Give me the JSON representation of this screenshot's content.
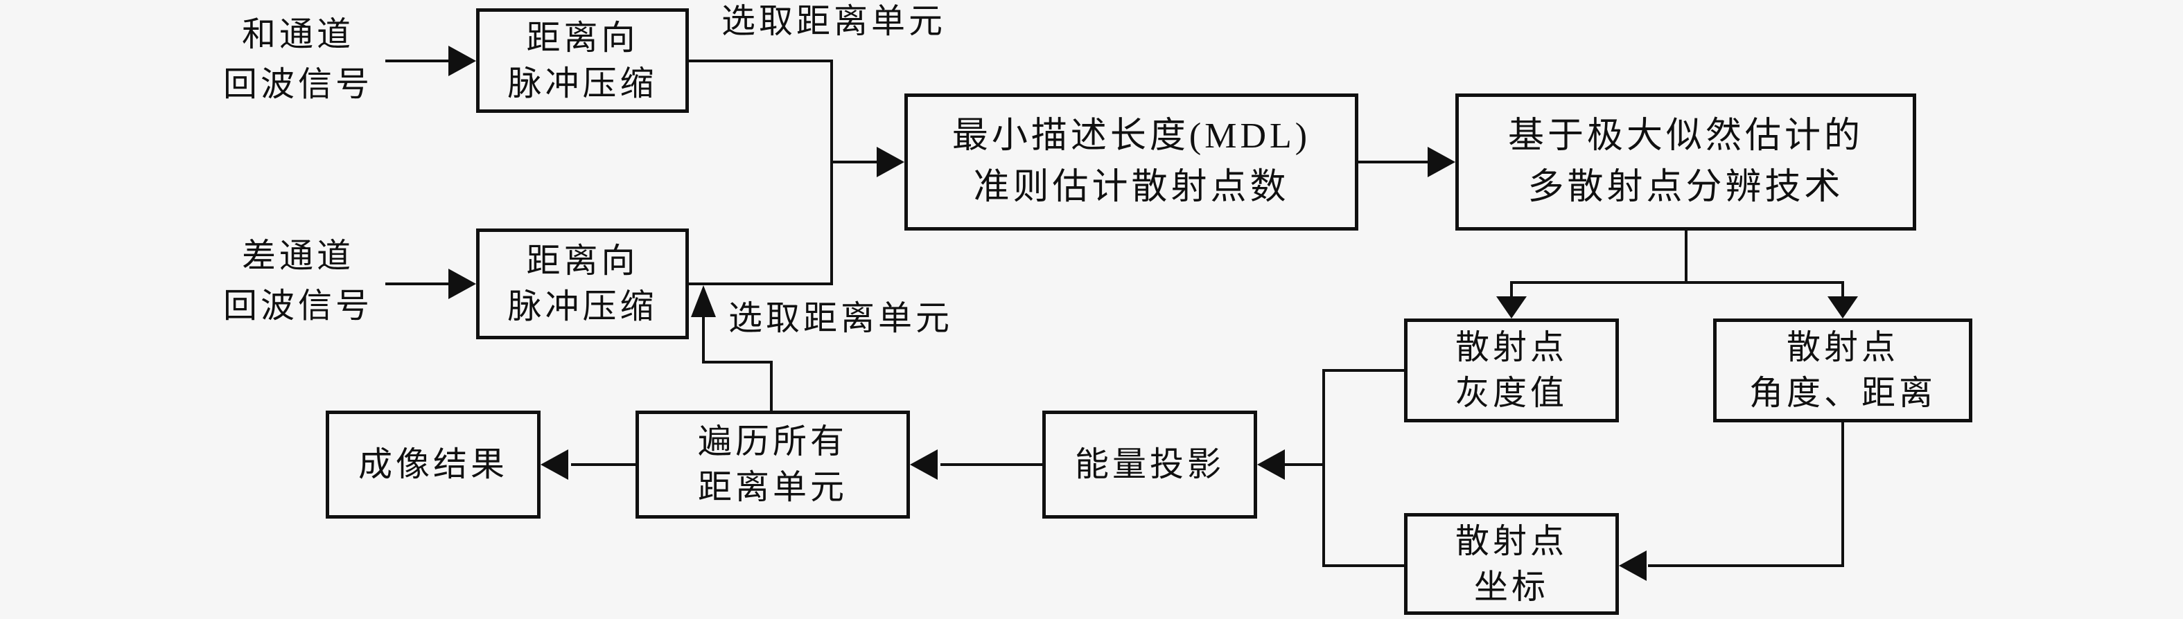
{
  "diagram": {
    "type": "flowchart",
    "colors": {
      "background": "#f6f6f6",
      "line": "#101010",
      "text": "#101010"
    },
    "labels": {
      "sum": {
        "line1": "和通道",
        "line2": "回波信号"
      },
      "diff": {
        "line1": "差通道",
        "line2": "回波信号"
      },
      "select_top": {
        "text": "选取距离单元"
      },
      "select_mid": {
        "text": "选取距离单元"
      }
    },
    "nodes": {
      "pulse_top": {
        "line1": "距离向",
        "line2": "脉冲压缩"
      },
      "pulse_bottom": {
        "line1": "距离向",
        "line2": "脉冲压缩"
      },
      "mdl": {
        "line1": "最小描述长度(MDL)",
        "line2": "准则估计散射点数"
      },
      "ml": {
        "line1": "基于极大似然估计的",
        "line2": "多散射点分辨技术"
      },
      "gray": {
        "line1": "散射点",
        "line2": "灰度值"
      },
      "angle": {
        "line1": "散射点",
        "line2": "角度、距离"
      },
      "coord": {
        "line1": "散射点",
        "line2": "坐标"
      },
      "energy": {
        "line1": "能量投影"
      },
      "traverse": {
        "line1": "遍历所有",
        "line2": "距离单元"
      },
      "result": {
        "line1": "成像结果"
      }
    },
    "edges": [
      "和通道回波信号 → 距离向脉冲压缩(上)",
      "差通道回波信号 → 距离向脉冲压缩(下)",
      "距离向脉冲压缩(上)+距离向脉冲压缩(下) → 最小描述长度(MDL)准则估计散射点数",
      "最小描述长度(MDL)准则估计散射点数 → 基于极大似然估计的多散射点分辨技术",
      "基于极大似然估计的多散射点分辨技术 → 散射点灰度值",
      "基于极大似然估计的多散射点分辨技术 → 散射点角度、距离",
      "散射点角度、距离 → 散射点坐标",
      "散射点灰度值+散射点坐标 → 能量投影",
      "能量投影 → 遍历所有距离单元",
      "遍历所有距离单元 → 成像结果",
      "遍历所有距离单元 → 选取距离单元(反馈至距离向脉冲压缩输出)"
    ]
  }
}
